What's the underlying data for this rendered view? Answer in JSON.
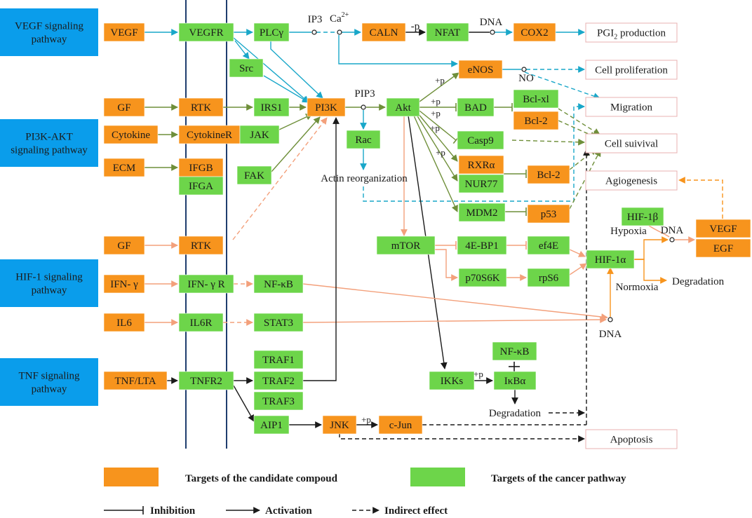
{
  "colors": {
    "orange": "#F7941D",
    "green": "#6DD54A",
    "blue": "#0A9DEB",
    "navy": "#1F3D6E",
    "cyan": "#19A7C9",
    "salmon": "#F3A07B",
    "olive": "#6F8F3A",
    "outcome_border": "#E8B0B0",
    "black": "#1A1A1A"
  },
  "pathways": [
    {
      "key": "vegf",
      "lines": [
        "VEGF signaling",
        "pathway"
      ]
    },
    {
      "key": "pi3k",
      "lines": [
        "PI3K-AKT",
        "signaling pathway"
      ]
    },
    {
      "key": "hif1",
      "lines": [
        "HIF-1 signaling",
        "pathway"
      ]
    },
    {
      "key": "tnf",
      "lines": [
        "TNF signaling",
        "pathway"
      ]
    }
  ],
  "nodes": {
    "vegf": "VEGF",
    "vegfr": "VEGFR",
    "plcg": "PLCγ",
    "caln": "CALN",
    "nfat": "NFAT",
    "cox2": "COX2",
    "src": "Src",
    "enos": "eNOS",
    "gf1": "GF",
    "rtk1": "RTK",
    "irs1": "IRS1",
    "pi3k": "PI3K",
    "akt": "Akt",
    "bad": "BAD",
    "bclxl": "Bcl-xl",
    "bcl2a": "Bcl-2",
    "cytokine": "Cytokine",
    "cytokiner": "CytokineR",
    "jak": "JAK",
    "rac": "Rac",
    "casp9": "Casp9",
    "ecm": "ECM",
    "ifgb": "IFGB",
    "ifga": "IFGA",
    "fak": "FAK",
    "rxra": "RXRα",
    "nur77": "NUR77",
    "bcl2b": "Bcl-2",
    "mdm2": "MDM2",
    "p53": "p53",
    "hif1b": "HIF-1β",
    "vegf2": "VEGF",
    "egf": "EGF",
    "gf2": "GF",
    "rtk2": "RTK",
    "mtor": "mTOR",
    "ebp1": "4E-BP1",
    "ef4e": "ef4E",
    "hif1a": "HIF-1α",
    "ifng": "IFN- γ",
    "ifngr": "IFN- γ R",
    "nfkb1": "NF-κB",
    "p70s6k": "p70S6K",
    "rps6": "rpS6",
    "il6": "IL6",
    "il6r": "IL6R",
    "stat3": "STAT3",
    "traf1": "TRAF1",
    "nfkb2": "NF-κB",
    "tnflta": "TNF/LTA",
    "tnfr2": "TNFR2",
    "traf2": "TRAF2",
    "ikks": "IKKs",
    "ikba": "IκBα",
    "traf3": "TRAF3",
    "aip1": "AIP1",
    "jnk": "JNK",
    "cjun": "c-Jun"
  },
  "outcomes": {
    "pgi2_main": "PGI",
    "pgi2_sub": "2",
    "pgi2_tail": " production",
    "cellprolif": "Cell proliferation",
    "migration": "Migration",
    "survival": "Cell suivival",
    "angio": "Agiogenesis",
    "apoptosis": "Apoptosis"
  },
  "annotations": {
    "ip3": "IP3",
    "ca": "Ca",
    "ca_sup": "2+",
    "dna1": "DNA",
    "minus_p": "-p",
    "no": "NO",
    "pip3": "PIP3",
    "plus_p": "+p",
    "actin": "Actin reorganization",
    "hypoxia": "Hypoxia",
    "dna2": "DNA",
    "normoxia": "Normoxia",
    "degradation1": "Degradation",
    "dna3": "DNA",
    "degradation2": "Degradation"
  },
  "legend": {
    "compound": "Targets of the candidate compoud",
    "cancer": "Targets of the cancer pathway",
    "inhibition": "Inhibition",
    "activation": "Activation",
    "indirect": "Indirect effect"
  }
}
